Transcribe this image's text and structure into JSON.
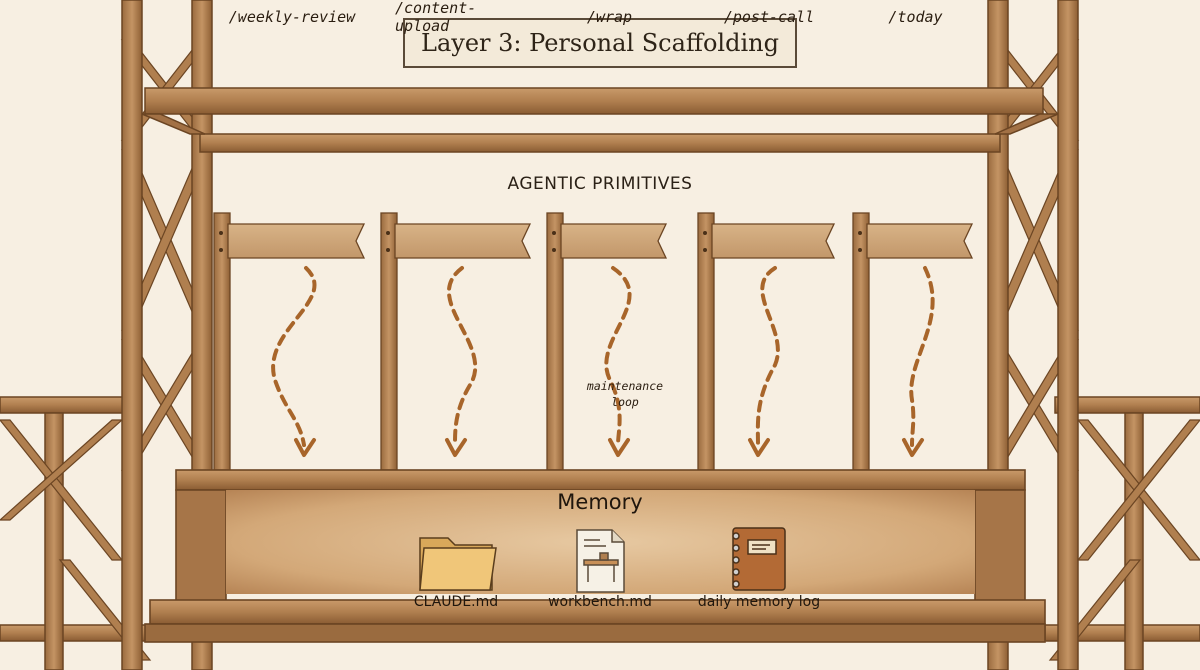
{
  "title": "Layer 3: Personal Scaffolding",
  "section_label": "AGENTIC PRIMITIVES",
  "primitives": [
    {
      "label": "/weekly-review"
    },
    {
      "label": "/content-upload"
    },
    {
      "label": "/wrap"
    },
    {
      "label": "/post-call"
    },
    {
      "label": "/today"
    }
  ],
  "annotation": {
    "line1": "maintenance",
    "line2": "loop"
  },
  "memory": {
    "label": "Memory",
    "files": [
      {
        "label": "CLAUDE.md",
        "icon": "folder-icon"
      },
      {
        "label": "workbench.md",
        "icon": "workbench-document-icon"
      },
      {
        "label": "daily memory log",
        "icon": "notebook-icon"
      }
    ]
  },
  "colors": {
    "background": "#f7efe2",
    "wood": "#b07f4f",
    "wood_dark": "#6b4523",
    "arrow": "#a8652a",
    "sign": "#cfa676"
  }
}
